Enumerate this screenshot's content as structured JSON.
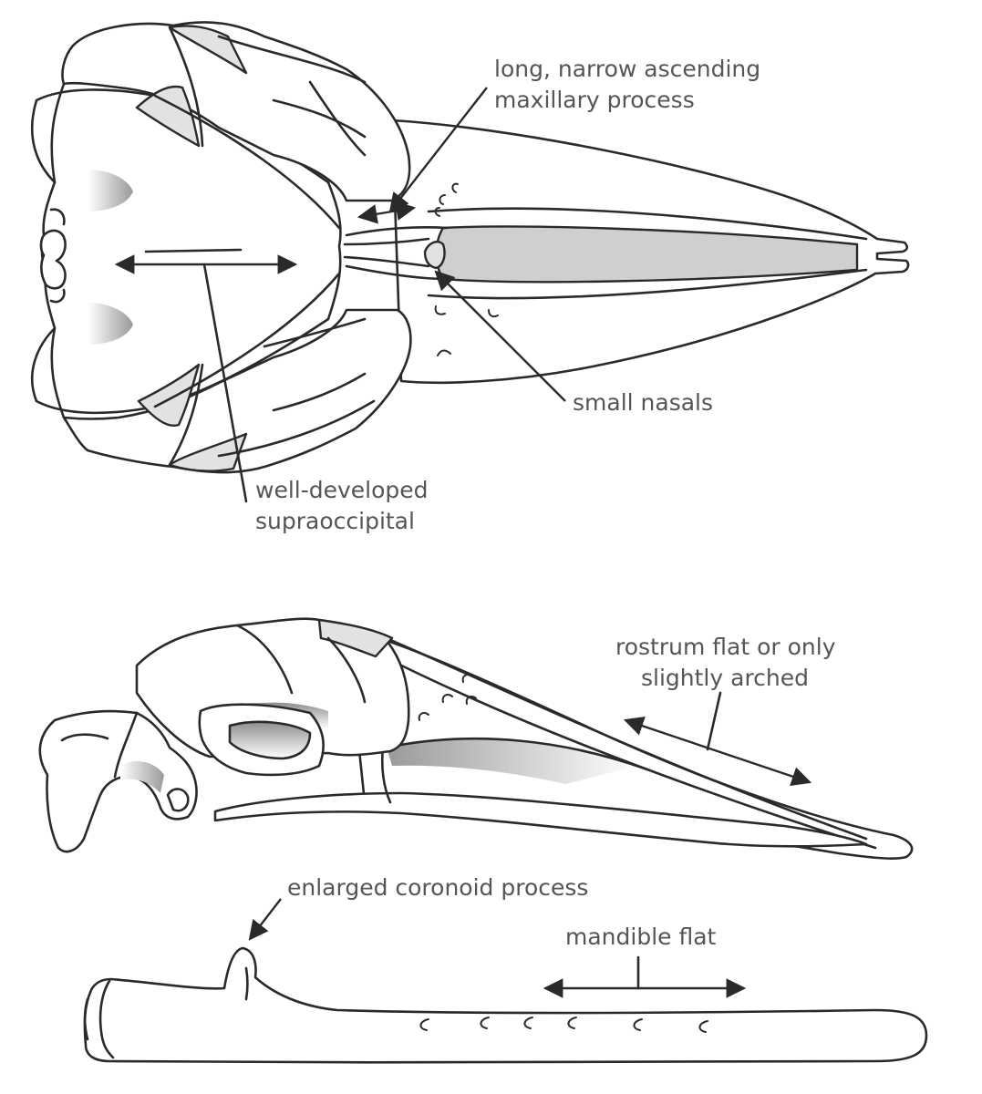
{
  "labels": {
    "maxillary_line1": "long, narrow ascending",
    "maxillary_line2": "maxillary process",
    "nasals": "small nasals",
    "supraoccipital_line1": "well-developed",
    "supraoccipital_line2": "supraoccipital",
    "rostrum_line1": "rostrum flat or only",
    "rostrum_line2": "slightly arched",
    "coronoid": "enlarged coronoid process",
    "mandible": "mandible flat"
  },
  "colors": {
    "line": "#2a2a2a",
    "label_text": "#555555",
    "shade_dark": "#bdbdbd",
    "shade_light": "#e2e2e2"
  }
}
